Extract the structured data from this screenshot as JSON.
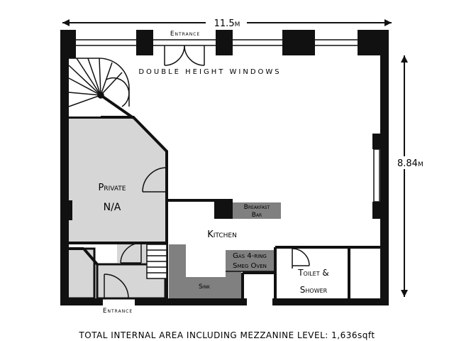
{
  "dimensions": {
    "width": "11.5m",
    "height": "8.84m"
  },
  "rooms": {
    "private": "Private",
    "private_area": "N/A",
    "kitchen": "Kitchen",
    "breakfast_bar_line1": "Breakfast",
    "breakfast_bar_line2": "Bar",
    "oven_line1": "Gas 4-ring",
    "oven_line2": "Smeg Oven",
    "sink": "Sink",
    "toilet_line1": "Toilet &",
    "toilet_line2": "Shower"
  },
  "labels": {
    "entrance_top": "Entrance",
    "entrance_bottom": "Entrance",
    "windows": "DOUBLE HEIGHT WINDOWS"
  },
  "footer": "TOTAL INTERNAL AREA INCLUDING MEZZANINE LEVEL: 1,636sqft",
  "colors": {
    "wall": "#111111",
    "private_fill": "#d6d6d6",
    "fixture": "#808080"
  }
}
